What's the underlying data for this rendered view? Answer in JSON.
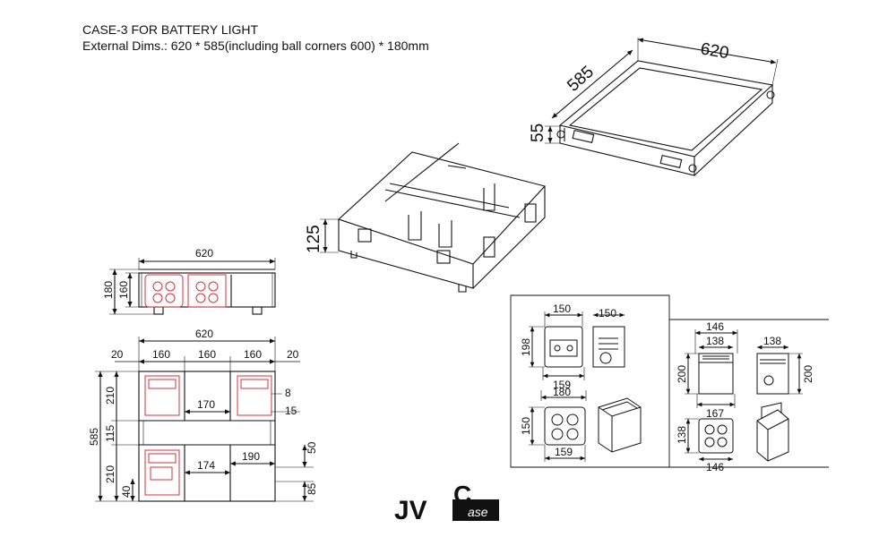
{
  "header": {
    "title": "CASE-3 FOR BATTERY LIGHT",
    "external_dims": "External Dims.: 620 * 585(including ball corners 600) * 180mm"
  },
  "iso": {
    "lid_width": "620",
    "lid_depth": "585",
    "lid_height": "55",
    "base_height": "125"
  },
  "front_view": {
    "width": "620",
    "outer_height": "180",
    "inner_height": "160"
  },
  "top_view": {
    "width": "620",
    "depth": "585",
    "col_left_margin": "20",
    "col_1": "160",
    "col_2": "160",
    "col_3": "160",
    "col_right_margin": "20",
    "row_top": "210",
    "row_middle": "115",
    "row_bottom": "210",
    "gap_8": "8",
    "gap_170": "170",
    "gap_15": "15",
    "dim_40": "40",
    "dim_50": "50",
    "dim_174": "174",
    "dim_190": "190",
    "dim_85": "85"
  },
  "fixture_a": {
    "width_top": "150",
    "side_width": "150",
    "height": "198",
    "depth_159": "159",
    "width_180": "180",
    "top_depth": "150",
    "top_width": "159"
  },
  "fixture_b": {
    "width_146": "146",
    "width_138": "138",
    "side_width": "138",
    "height_left": "200",
    "height_right": "200",
    "depth_167": "167",
    "top_depth": "138",
    "top_width": "146"
  },
  "logo": {
    "letters": "JV",
    "badge_letter": "C",
    "badge_word": "ase"
  },
  "colors": {
    "line": "#111111",
    "fixture": "#d9303a"
  }
}
